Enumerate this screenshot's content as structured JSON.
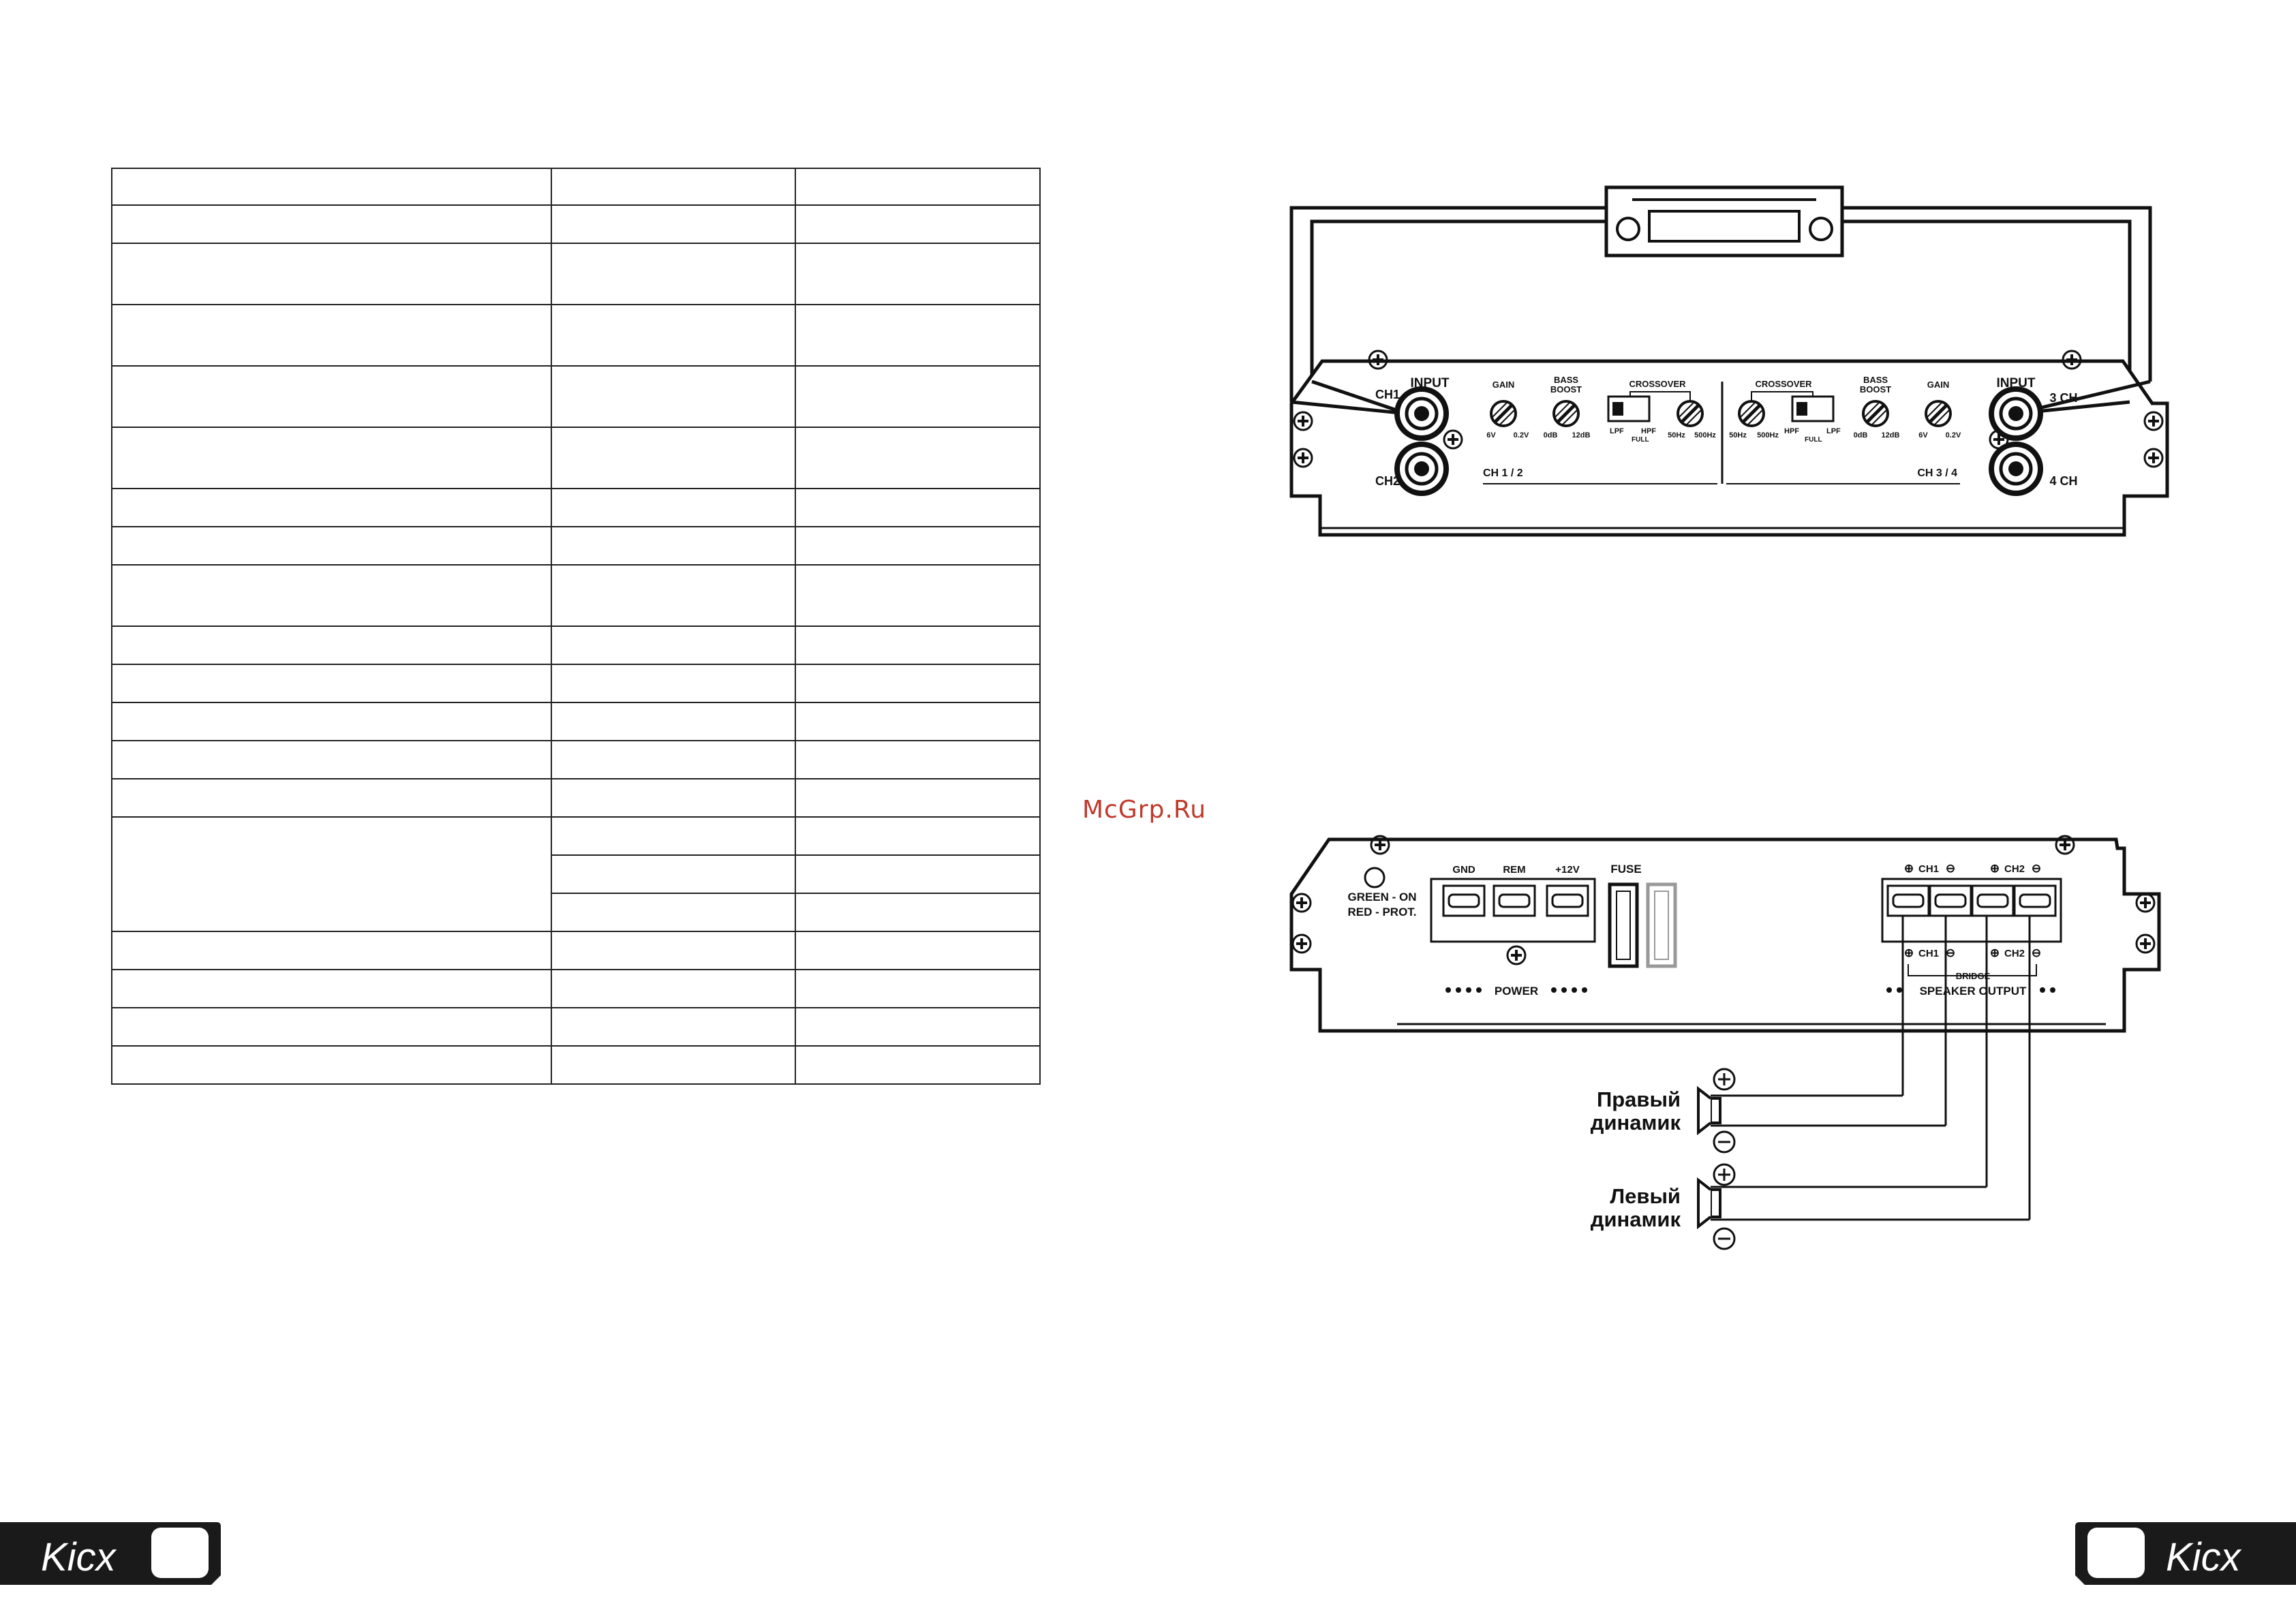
{
  "watermark": "McGrp.Ru",
  "brand": {
    "logo_text": "Kicx"
  },
  "top_panel": {
    "input_left": "INPUT",
    "ch1": "CH1",
    "ch2": "CH2",
    "gain": "GAIN",
    "gain_min": "6V",
    "gain_max": "0.2V",
    "bass_boost_line1": "BASS",
    "bass_boost_line2": "BOOST",
    "bass_min": "0dB",
    "bass_max": "12dB",
    "crossover": "CROSSOVER",
    "lpf": "LPF",
    "hpf": "HPF",
    "full": "FULL",
    "freq_min": "50Hz",
    "freq_max": "500Hz",
    "group_left": "CH 1 / 2",
    "group_right": "CH 3 / 4",
    "input_right": "INPUT",
    "ch3": "3 CH",
    "ch4": "4 CH"
  },
  "bottom_panel": {
    "status_line1": "GREEN - ON",
    "status_line2": "RED - PROT.",
    "gnd": "GND",
    "rem": "REM",
    "plus12v": "+12V",
    "fuse": "FUSE",
    "power": "POWER",
    "ch1": "CH1",
    "ch2": "CH2",
    "bridge": "BRIDGE",
    "speaker_output": "SPEAKER OUTPUT"
  },
  "speakers": {
    "right_line1": "Правый",
    "right_line2": "динамик",
    "left_line1": "Левый",
    "left_line2": "динамик"
  }
}
